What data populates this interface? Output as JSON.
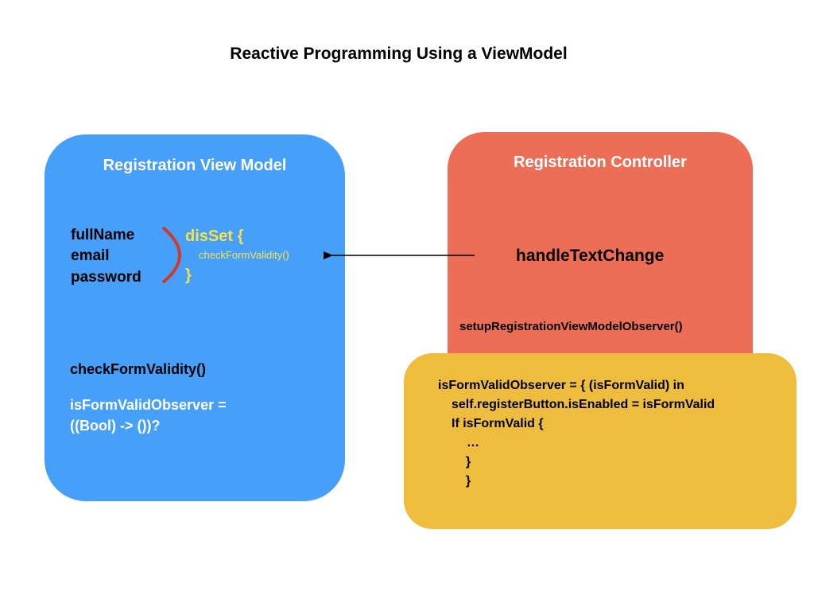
{
  "title": "Reactive Programming Using a ViewModel",
  "colors": {
    "view_model_box": "#469ff8",
    "controller_box": "#ed6e56",
    "observer_box": "#eebd3e",
    "brace": "#d03a2c",
    "did_set_text": "#f5e24c",
    "arrow": "#000000"
  },
  "view_model": {
    "title": "Registration View Model",
    "properties": [
      "fullName",
      "email",
      "password"
    ],
    "did_set": {
      "open": "disSet {",
      "call": "checkFormValidity()",
      "close": "}"
    },
    "check_validity": "checkFormValidity()",
    "observer_declaration": "isFormValidObserver =",
    "observer_type": "((Bool) -> ())?"
  },
  "controller": {
    "title": "Registration Controller",
    "handler": "handleTextChange",
    "setup_call": "setupRegistrationViewModelObserver()"
  },
  "observer_code": {
    "lines": [
      "isFormValidObserver =  { (isFormValid) in",
      "self.registerButton.isEnabled = isFormValid",
      "If isFormValid {",
      "…",
      "}",
      "}"
    ]
  }
}
